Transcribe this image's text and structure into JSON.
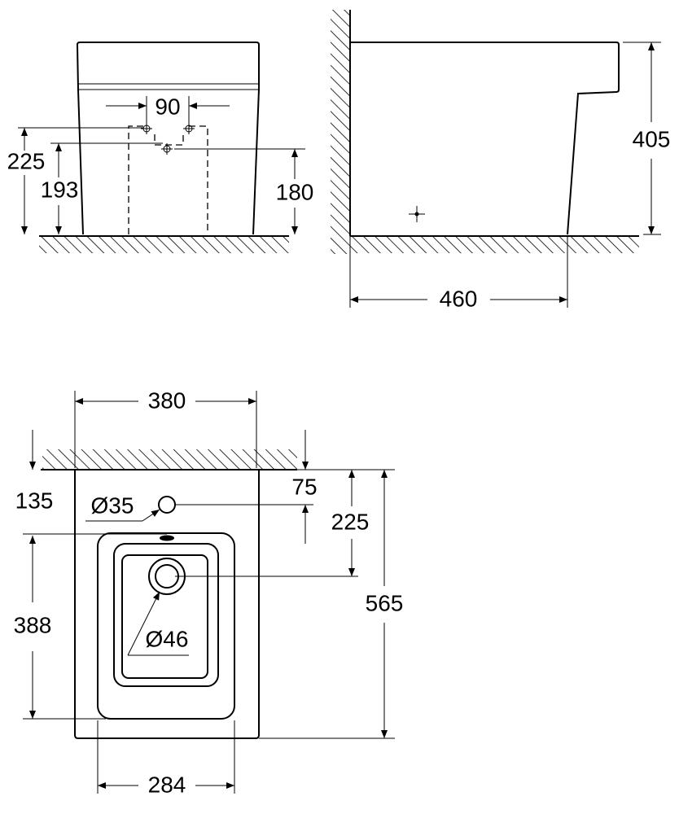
{
  "front_view": {
    "dim_90": "90",
    "dim_225": "225",
    "dim_193": "193",
    "dim_180": "180"
  },
  "side_view": {
    "dim_405": "405",
    "dim_460": "460"
  },
  "plan_view": {
    "dim_380": "380",
    "dim_135": "135",
    "dim_75": "75",
    "dim_225": "225",
    "dim_565": "565",
    "dim_388": "388",
    "dim_284": "284",
    "hole_label": "Ø35",
    "drain_label": "Ø46"
  }
}
